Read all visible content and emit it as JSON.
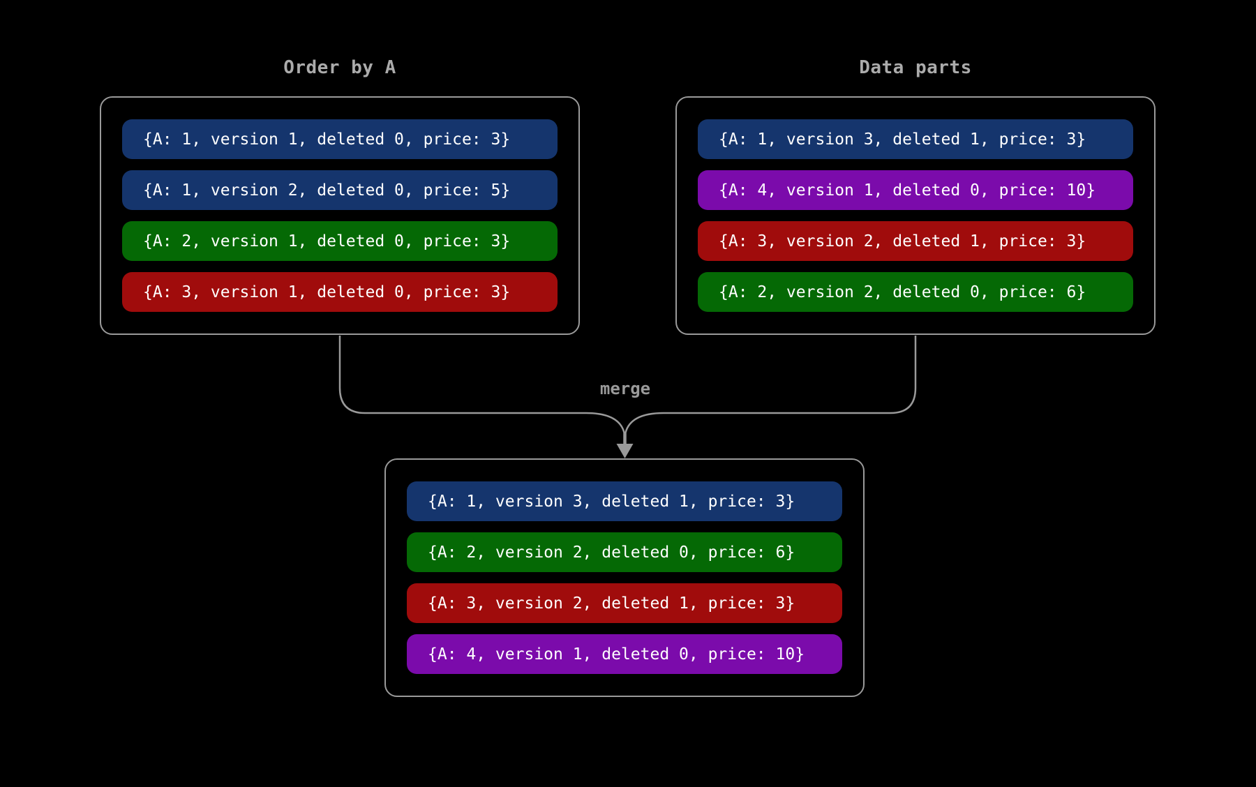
{
  "canvas": {
    "background": "#000000"
  },
  "palette": {
    "line": "#9A9A9A",
    "title_text": "#ABABAB",
    "row_text": "#FFFFFF",
    "blue": "#15356D",
    "green": "#056905",
    "red": "#A00C0C",
    "purple": "#7B0BAB"
  },
  "merge_label": "merge",
  "boxes": [
    {
      "title": "Order by A",
      "rows": [
        {
          "text": "{A: 1, version 1, deleted 0, price: 3}",
          "color": "blue"
        },
        {
          "text": "{A: 1, version 2, deleted 0, price: 5}",
          "color": "blue"
        },
        {
          "text": "{A: 2, version 1, deleted 0, price: 3}",
          "color": "green"
        },
        {
          "text": "{A: 3, version 1, deleted 0, price: 3}",
          "color": "red"
        }
      ]
    },
    {
      "title": "Data parts",
      "rows": [
        {
          "text": "{A: 1, version 3, deleted 1, price: 3}",
          "color": "blue"
        },
        {
          "text": "{A: 4, version 1, deleted 0, price: 10}",
          "color": "purple"
        },
        {
          "text": "{A: 3, version 2, deleted 1, price: 3}",
          "color": "red"
        },
        {
          "text": "{A: 2, version 2, deleted 0, price: 6}",
          "color": "green"
        }
      ]
    },
    {
      "title": "",
      "rows": [
        {
          "text": "{A: 1, version 3, deleted 1, price: 3}",
          "color": "blue"
        },
        {
          "text": "{A: 2, version 2, deleted 0, price: 6}",
          "color": "green"
        },
        {
          "text": "{A: 3, version 2, deleted 1, price: 3}",
          "color": "red"
        },
        {
          "text": "{A: 4, version 1, deleted 0, price: 10}",
          "color": "purple"
        }
      ]
    }
  ]
}
